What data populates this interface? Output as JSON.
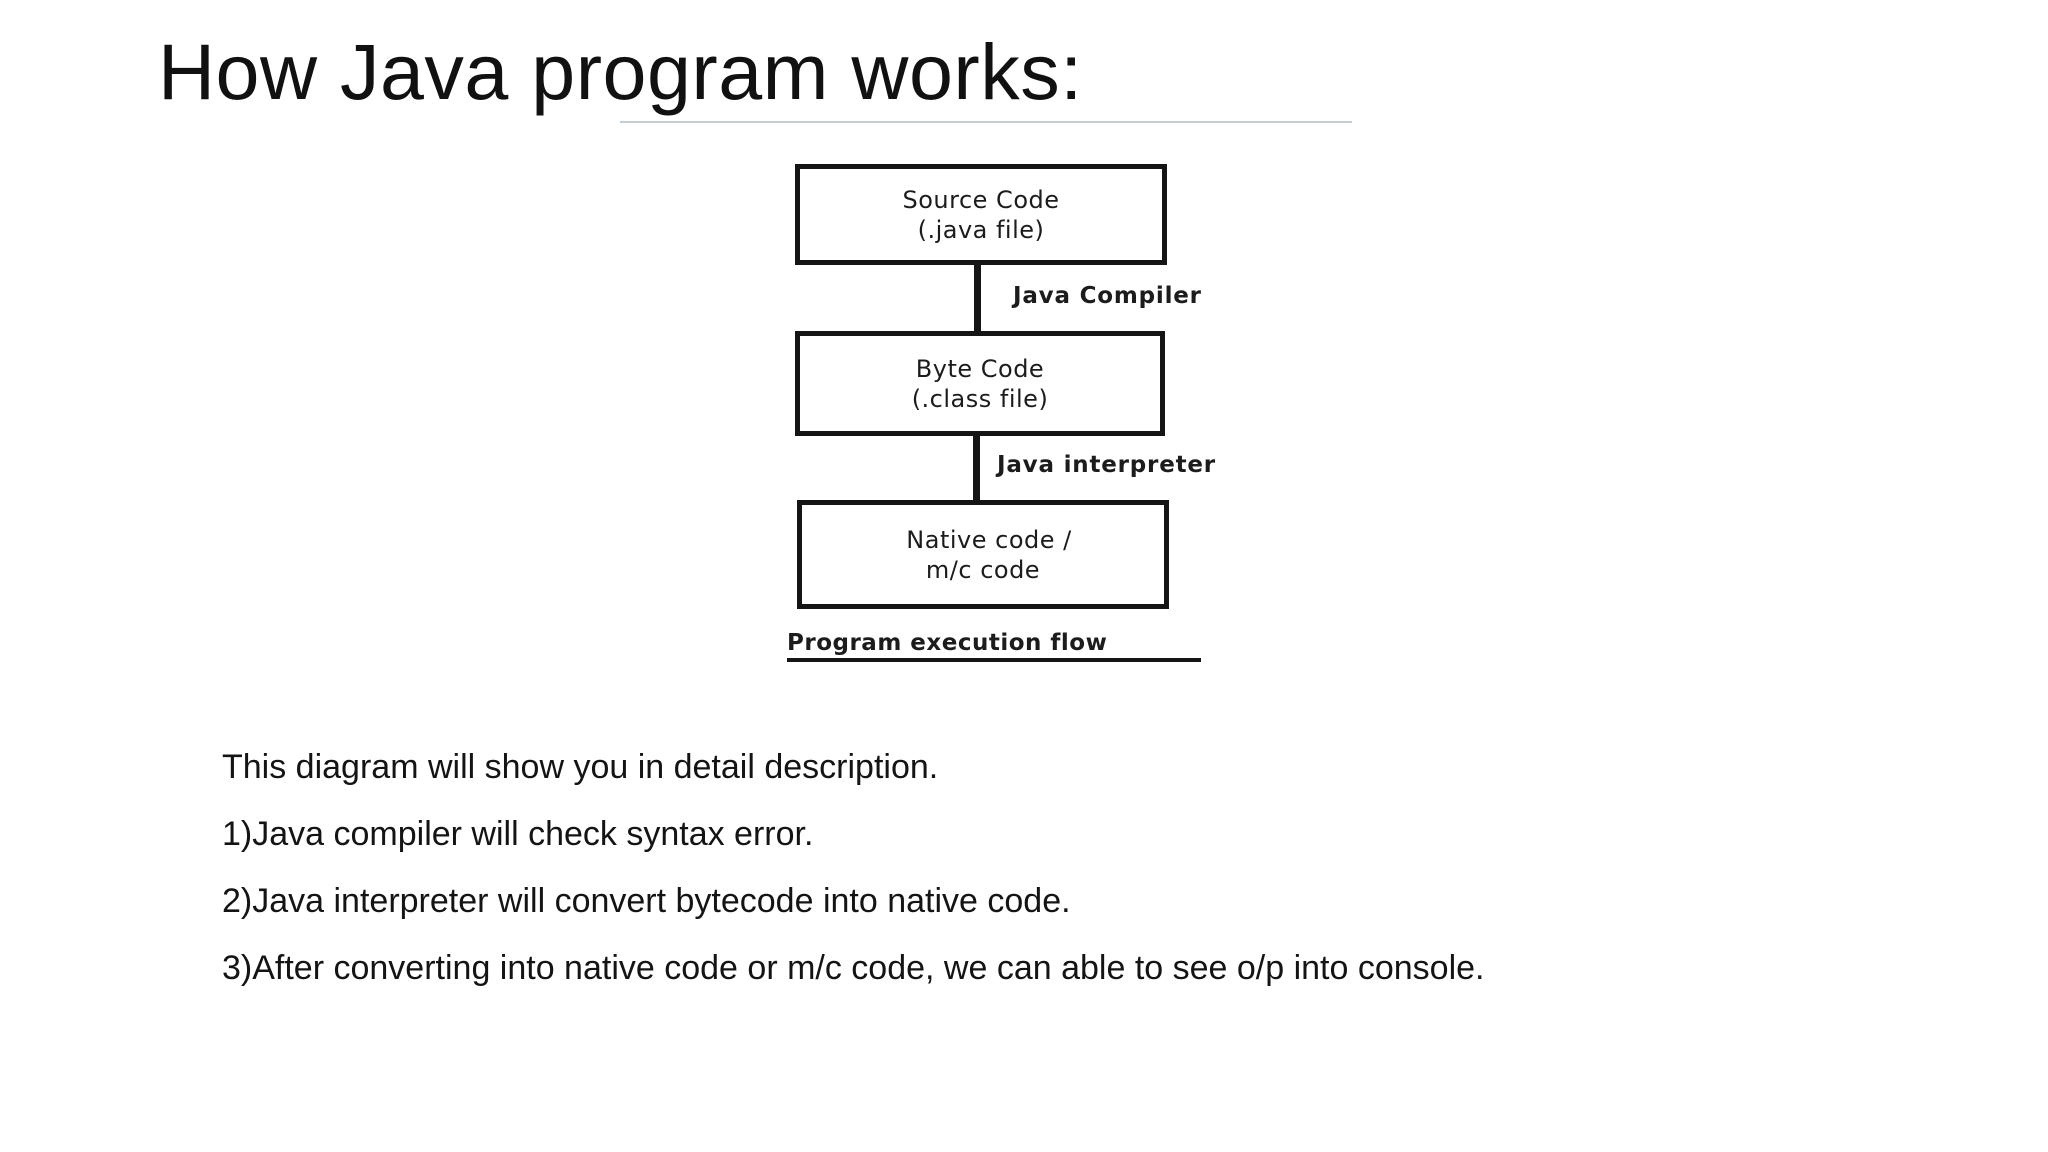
{
  "slide": {
    "title": "How Java program works:"
  },
  "diagram": {
    "boxes": [
      {
        "line1": "Source Code",
        "line2": "(.java file)"
      },
      {
        "line1": "Byte Code",
        "line2": "(.class file)"
      },
      {
        "line1": "Native code /",
        "line2": "m/c code"
      }
    ],
    "edges": [
      {
        "from": "Source Code",
        "to": "Byte Code",
        "label": "Java Compiler"
      },
      {
        "from": "Byte Code",
        "to": "Native code",
        "label": "Java interpreter"
      }
    ],
    "caption": "Program execution flow"
  },
  "body": {
    "paragraphs": [
      "This diagram will show you in detail description.",
      "1)Java compiler will check syntax error.",
      "2)Java interpreter will convert bytecode into native code.",
      "3)After converting into native code or m/c code, we can able to see o/p into console."
    ]
  }
}
